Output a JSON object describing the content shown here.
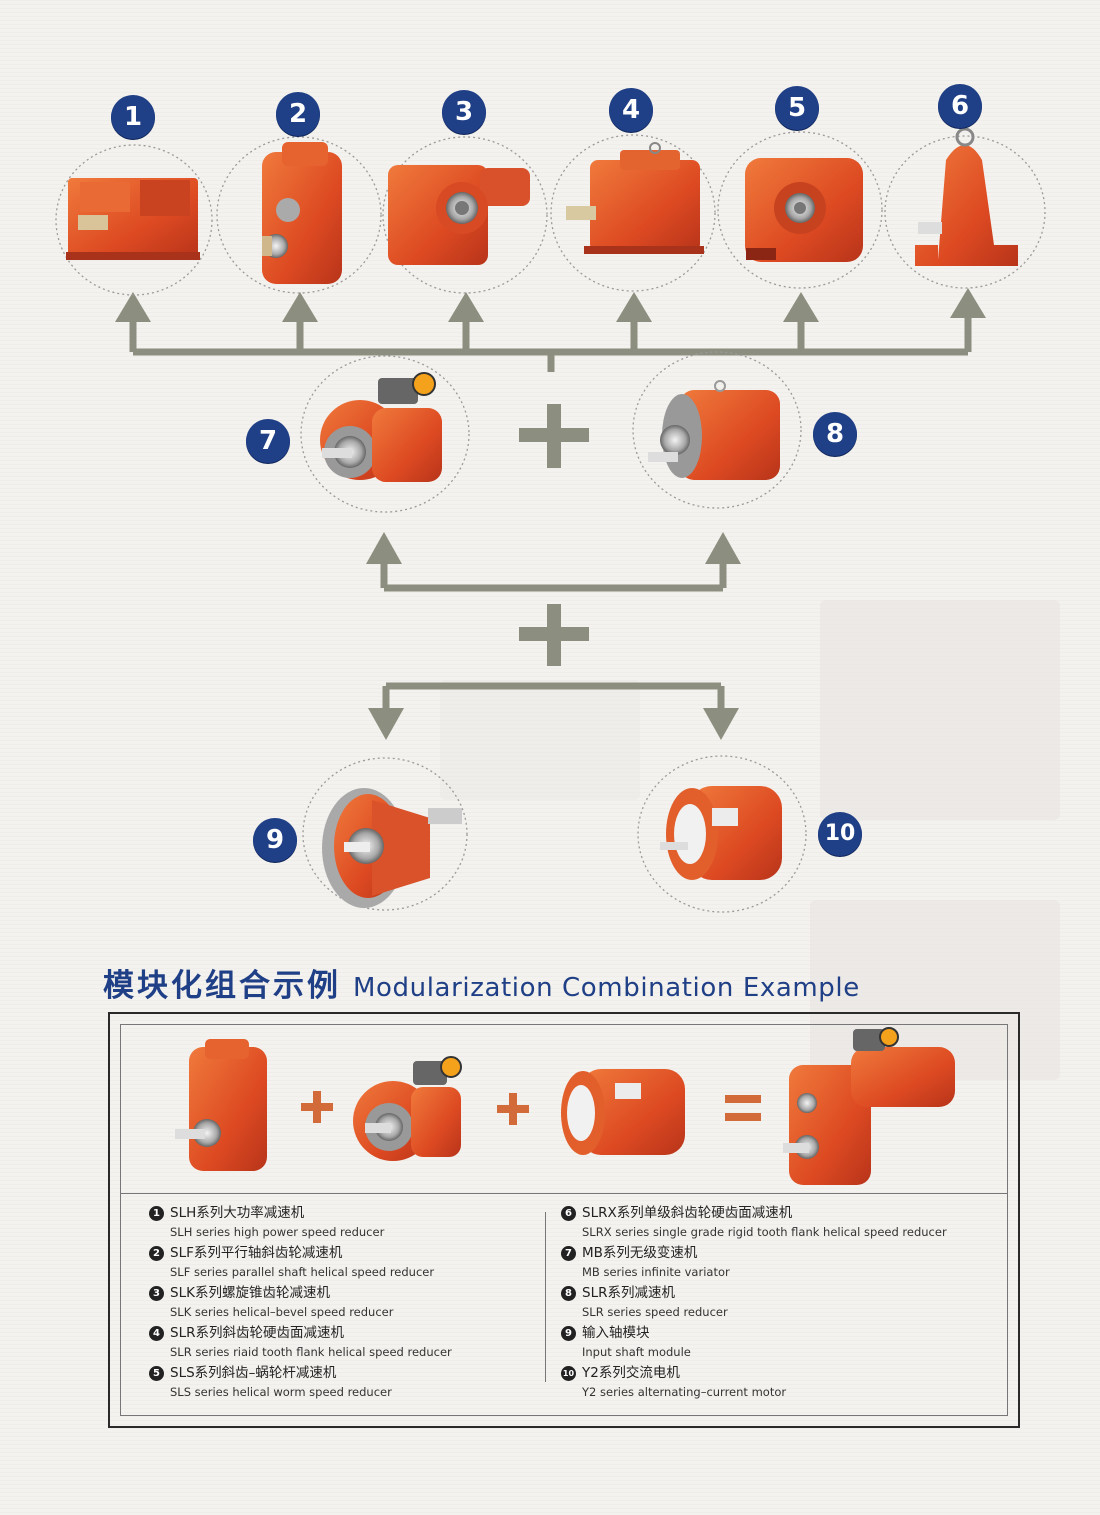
{
  "colors": {
    "accent": "#1f3f86",
    "product_orange": "#e1542a",
    "arrow": "#8c8f7f"
  },
  "badges": [
    "1",
    "2",
    "3",
    "4",
    "5",
    "6",
    "7",
    "8",
    "9",
    "10"
  ],
  "heading": {
    "zh": "模块化组合示例",
    "en": "Modularization Combination Example"
  },
  "legend": {
    "left": [
      {
        "num": "1",
        "zh": "SLH系列大功率减速机",
        "en": "SLH series high power speed reducer"
      },
      {
        "num": "2",
        "zh": "SLF系列平行轴斜齿轮减速机",
        "en": "SLF series parallel shaft helical speed reducer"
      },
      {
        "num": "3",
        "zh": "SLK系列螺旋锥齿轮减速机",
        "en": "SLK series helical–bevel speed reducer"
      },
      {
        "num": "4",
        "zh": "SLR系列斜齿轮硬齿面减速机",
        "en": "SLR series riaid tooth flank helical speed reducer"
      },
      {
        "num": "5",
        "zh": "SLS系列斜齿–蜗轮杆减速机",
        "en": "SLS series helical worm speed reducer"
      }
    ],
    "right": [
      {
        "num": "6",
        "zh": "SLRX系列单级斜齿轮硬齿面减速机",
        "en": "SLRX series single grade rigid tooth flank helical speed reducer"
      },
      {
        "num": "7",
        "zh": "MB系列无级变速机",
        "en": "MB series infinite variator"
      },
      {
        "num": "8",
        "zh": "SLR系列减速机",
        "en": "SLR series speed reducer"
      },
      {
        "num": "9",
        "zh": "输入轴模块",
        "en": "Input shaft module"
      },
      {
        "num": "10",
        "zh": "Y2系列交流电机",
        "en": "Y2 series alternating–current motor"
      }
    ]
  }
}
